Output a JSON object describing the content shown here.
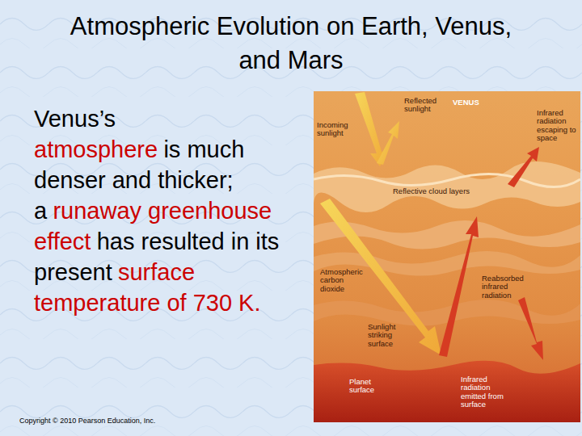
{
  "diagram": {
    "title": "Atmospheric Evolution on Earth, Venus, and Mars",
    "labels": [
      "Venus’s",
      "atmosphere",
      "is much denser and thicker; a",
      "runaway greenhouse effect",
      "has resulted in its present",
      "surface temperature of 730 K.",
      "VENUS",
      "Reflected sunlight",
      "Incoming sunlight",
      "Infrared radiation escaping to space",
      "Reflective cloud layers",
      "Atmospheric carbon dioxide",
      "Reabsorbed infrared radiation",
      "Sunlight striking surface",
      "Planet surface",
      "Infrared radiation emitted from surface",
      "Copyright © 2010 Pearson Education, Inc."
    ]
  }
}
